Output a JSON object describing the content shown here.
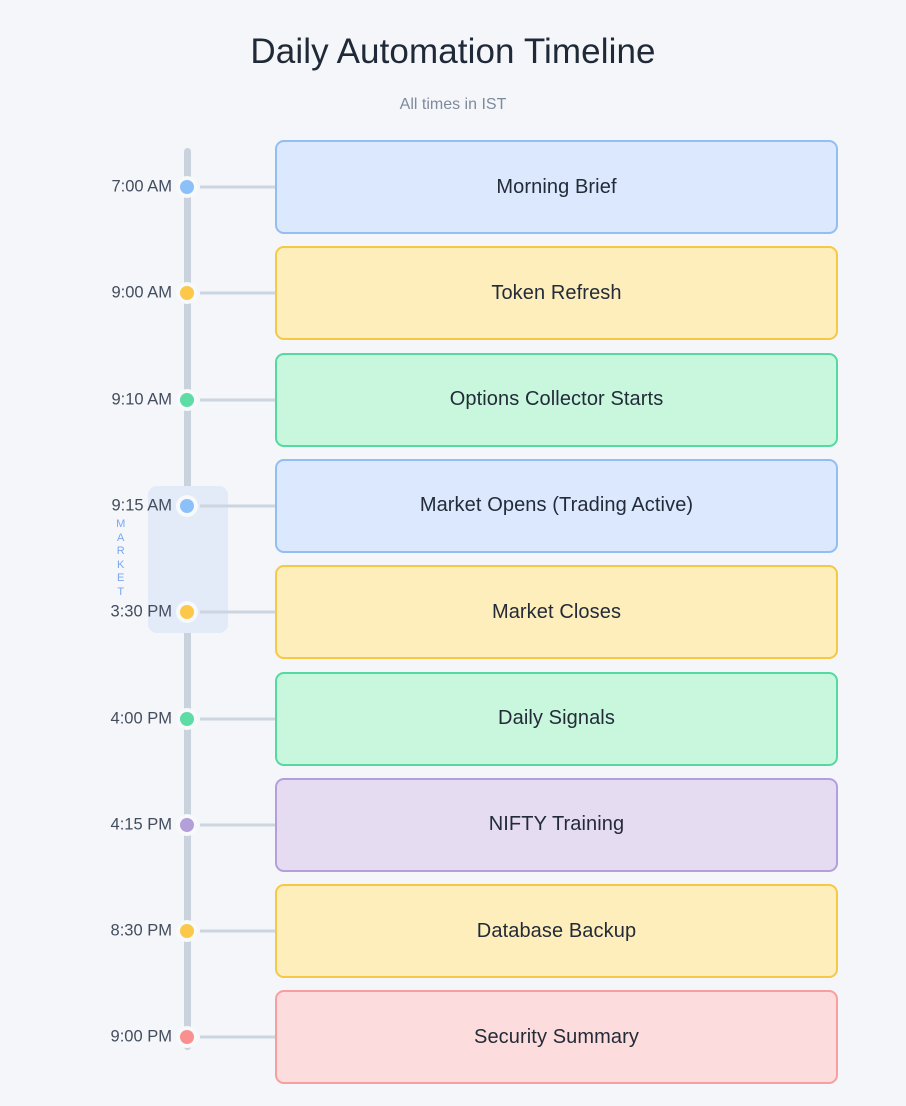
{
  "header": {
    "title": "Daily Automation Timeline",
    "subtitle": "All times in IST"
  },
  "theme": {
    "background": "#f4f6f9",
    "rail": "#c9d2dd",
    "connector": "#ccd6e0",
    "title_color": "#1f2937",
    "subtitle_color": "#7f8a9c",
    "time_color": "#434d5e",
    "card_label_color": "#232b39"
  },
  "market_session": {
    "label": "MARKET",
    "label_color": "#7aa7f0",
    "band_color": "#e3ebf9",
    "start_time": "9:15 AM",
    "end_time": "3:30 PM"
  },
  "timeline": {
    "events": [
      {
        "time": "7:00 AM",
        "label": "Morning Brief",
        "dot_color": "#8cc0f8",
        "card_bg": "#dbe8fd",
        "card_border": "#92bef2"
      },
      {
        "time": "9:00 AM",
        "label": "Token Refresh",
        "dot_color": "#fbc84a",
        "card_bg": "#fdeebc",
        "card_border": "#f5c845"
      },
      {
        "time": "9:10 AM",
        "label": "Options Collector Starts",
        "dot_color": "#5ddca6",
        "card_bg": "#c8f7dd",
        "card_border": "#54d9a0"
      },
      {
        "time": "9:15 AM",
        "label": "Market Opens (Trading Active)",
        "dot_color": "#8cc0f8",
        "card_bg": "#dbe8fd",
        "card_border": "#92bef2"
      },
      {
        "time": "3:30 PM",
        "label": "Market Closes",
        "dot_color": "#fbc84a",
        "card_bg": "#fdeebc",
        "card_border": "#f5c845"
      },
      {
        "time": "4:00 PM",
        "label": "Daily Signals",
        "dot_color": "#5ddca6",
        "card_bg": "#c8f7dd",
        "card_border": "#54d9a0"
      },
      {
        "time": "4:15 PM",
        "label": "NIFTY Training",
        "dot_color": "#b3a0db",
        "card_bg": "#e5dcf1",
        "card_border": "#b49fdc"
      },
      {
        "time": "8:30 PM",
        "label": "Database Backup",
        "dot_color": "#fbc84a",
        "card_bg": "#fdeebc",
        "card_border": "#f5c845"
      },
      {
        "time": "9:00 PM",
        "label": "Security Summary",
        "dot_color": "#f98f8f",
        "card_bg": "#fcdcdc",
        "card_border": "#f79f9f"
      }
    ]
  }
}
